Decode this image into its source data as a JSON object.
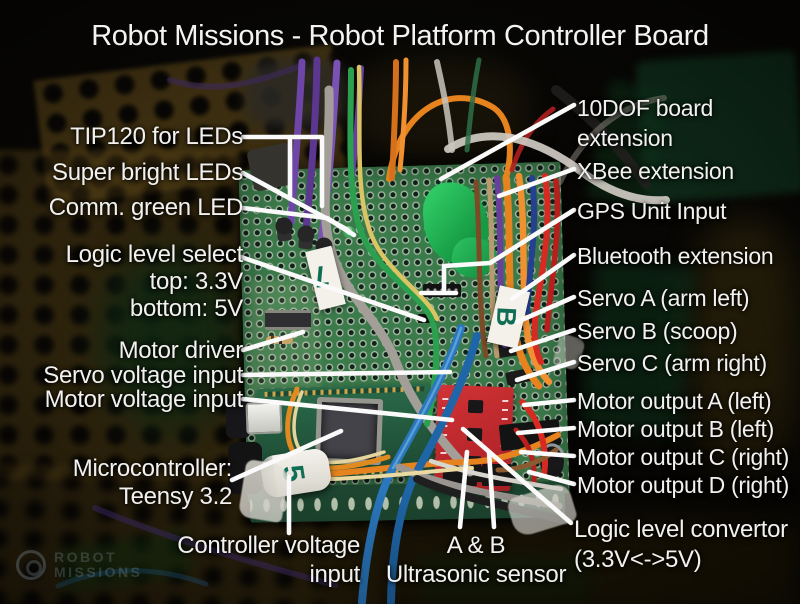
{
  "title": "Robot Missions - Robot Platform Controller Board",
  "annotations": {
    "tip120": "TIP120 for LEDs",
    "super_bright": "Super bright LEDs",
    "comm_green": "Comm. green LED",
    "logic_select": "Logic level select\ntop: 3.3V\nbottom: 5V",
    "motor_driver": "Motor driver",
    "servo_vin": "Servo voltage input",
    "motor_vin": "Motor voltage input",
    "micro": "Microcontroller:\nTeensy 3.2",
    "controller_vin": "Controller voltage\ninput",
    "ab_ultrasonic": "A & B\nUltrasonic sensor",
    "llc": "Logic level convertor\n(3.3V<->5V)",
    "dof": "10DOF board\nextension",
    "xbee": "XBee extension",
    "gps": "GPS Unit Input",
    "bluetooth": "Bluetooth extension",
    "servo_a": "Servo A (arm left)",
    "servo_b": "Servo B (scoop)",
    "servo_c": "Servo C (arm right)",
    "motor_a": "Motor output A (left)",
    "motor_b": "Motor output B (left)",
    "motor_c": "Motor output C (right)",
    "motor_d": "Motor output D (right)"
  },
  "board_markings": {
    "tape_b": "B",
    "cap_5v": "5",
    "watermark_line1": "ROBOT",
    "watermark_line2": "MISSIONS"
  },
  "colors": {
    "leader_line": "#fafafa",
    "perfboard_green": "#3b7a4b",
    "print_green": "#23b457",
    "red_board": "#c12a2e",
    "tape_teal": "#0f6e55",
    "orange_wire": "#e6831f",
    "blue_wire": "#2a77bd",
    "purple_wire": "#6e46a8"
  }
}
